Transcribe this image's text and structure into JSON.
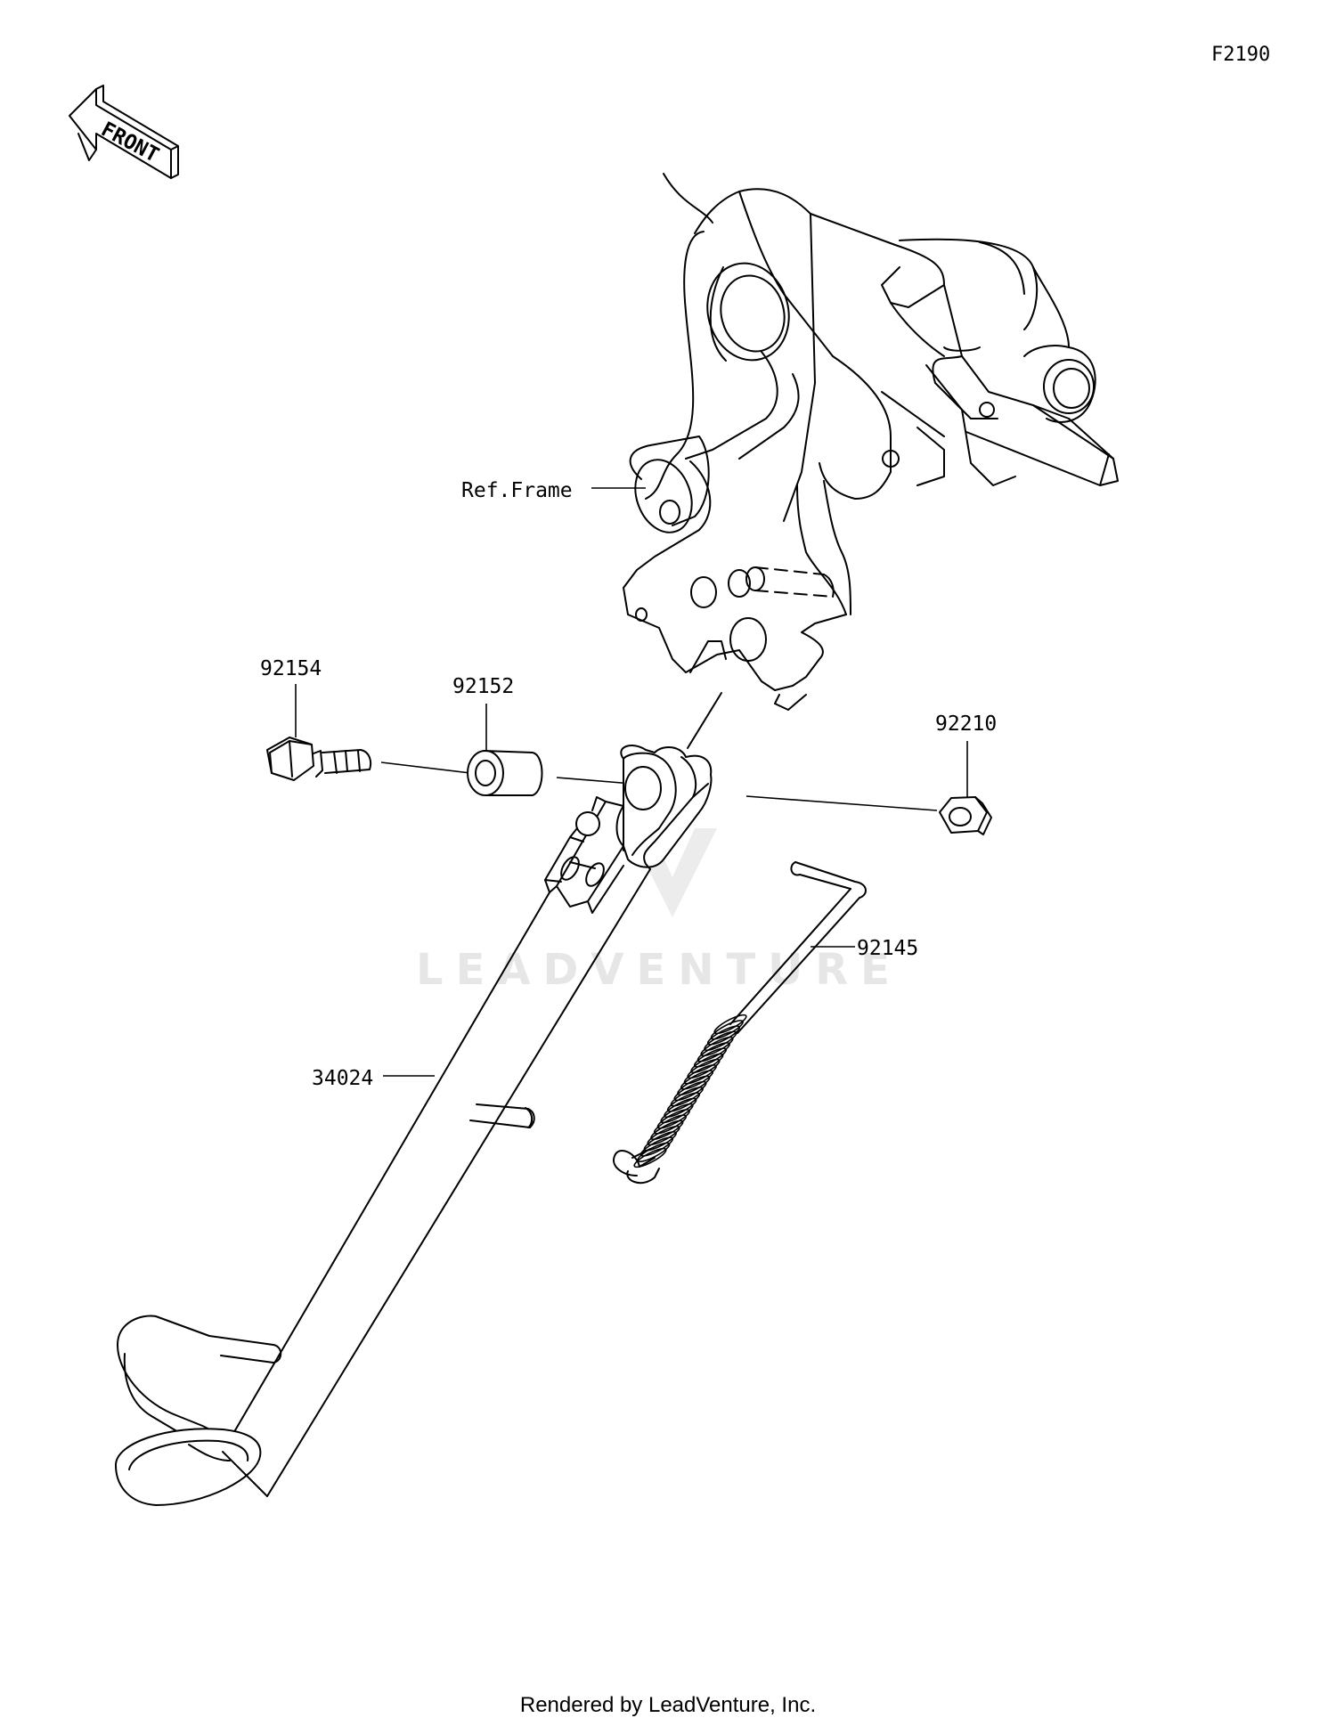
{
  "diagram_code": "F2190",
  "direction_indicator": "FRONT",
  "reference_label": "Ref.Frame",
  "parts": {
    "bolt": "92154",
    "collar": "92152",
    "nut": "92210",
    "spring": "92145",
    "side_stand": "34024"
  },
  "watermark": "LEADVENTURE",
  "footer": "Rendered by LeadVenture, Inc.",
  "colors": {
    "line": "#000000",
    "background": "#ffffff",
    "watermark": "#e6e6e6"
  }
}
